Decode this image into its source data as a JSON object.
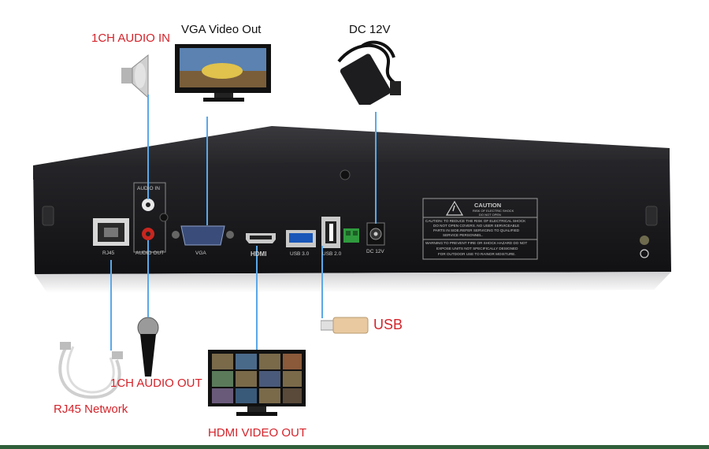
{
  "labels": {
    "audio_in": "1CH AUDIO IN",
    "vga_out": "VGA Video Out",
    "dc": "DC 12V",
    "usb": "USB",
    "audio_out": "1CH AUDIO OUT",
    "rj45": "RJ45 Network",
    "hdmi_out": "HDMI VIDEO OUT"
  },
  "panel": {
    "audio_in": "AUDIO IN",
    "audio_out": "AUDIO OUT",
    "rj45": "RJ45",
    "vga": "VGA",
    "hdmi": "HDMI",
    "usb30": "USB 3.0",
    "usb20": "USB 2.0",
    "dc12": "DC 12V",
    "caution_title": "CAUTION",
    "caution_sub1": "RISK OF ELECTRIC SHOCK",
    "caution_sub2": "DO NOT OPEN",
    "caution_l1": "CAUTION: TO REDUCE THE RISK OF ELECTRICAL SHOCK",
    "caution_l2": "DO NOT OPEN COVERS. NO USER SERVICEABLE",
    "caution_l3": "PARTS IN SIDE.REFER SERVICING TO QUALIFIED",
    "caution_l4": "SERVICE PERSONNEL.",
    "warn_l1": "WARNING:TO PREVENT FIRE OR SHOCK HAZARD DO NOT",
    "warn_l2": "EXPOSE UNITS NOT SPECIFICALLY DESIGNED",
    "warn_l3": "FOR OUTDOOR USE TO RAINOR MOISTURE."
  },
  "colors": {
    "label_red": "#d4232a",
    "connector_line": "#5aa8e8",
    "chassis": "#1c1c1e"
  }
}
